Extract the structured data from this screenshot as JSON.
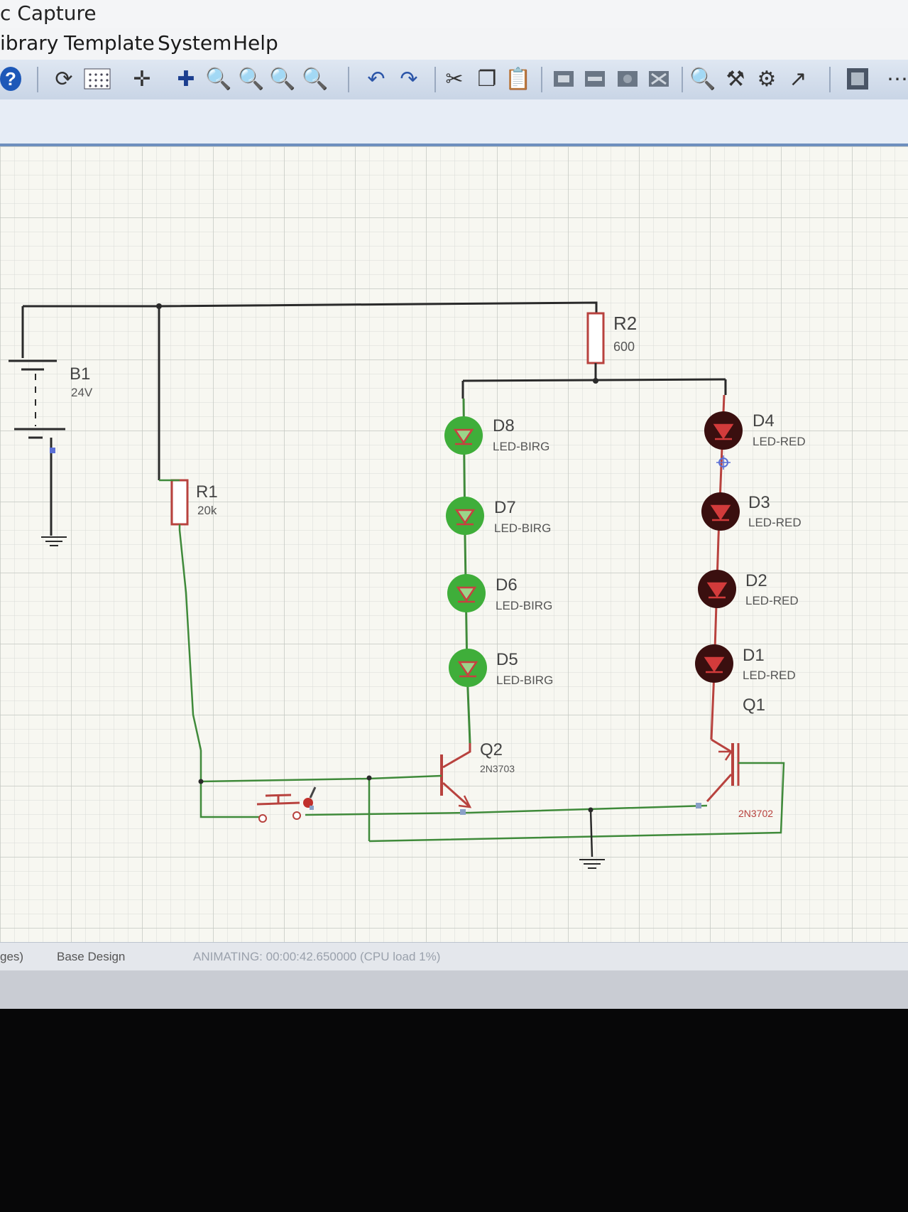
{
  "window": {
    "title": "c Capture"
  },
  "menu": {
    "items": [
      "ibrary",
      "Template",
      "System",
      "Help"
    ]
  },
  "toolbar": {
    "icons": [
      "help-icon",
      "refresh-icon",
      "grid-icon",
      "origin-icon",
      "pan-icon",
      "zoom-in-icon",
      "zoom-out-icon",
      "zoom-all-icon",
      "zoom-area-icon",
      "undo-icon",
      "redo-icon",
      "cut-icon",
      "copy-icon",
      "paste-icon",
      "block-copy-icon",
      "block-move-icon",
      "block-rotate-icon",
      "block-delete-icon",
      "pick-device-icon",
      "make-device-icon",
      "package-tool-icon",
      "wire-autoroute-icon",
      "bill-of-materials-icon"
    ]
  },
  "schematic": {
    "B1": {
      "ref": "B1",
      "value": "24V"
    },
    "R1": {
      "ref": "R1",
      "value": "20k"
    },
    "R2": {
      "ref": "R2",
      "value": "600"
    },
    "D8": {
      "ref": "D8",
      "type": "LED-BIRG"
    },
    "D7": {
      "ref": "D7",
      "type": "LED-BIRG"
    },
    "D6": {
      "ref": "D6",
      "type": "LED-BIRG"
    },
    "D5": {
      "ref": "D5",
      "type": "LED-BIRG"
    },
    "D4": {
      "ref": "D4",
      "type": "LED-RED"
    },
    "D3": {
      "ref": "D3",
      "type": "LED-RED"
    },
    "D2": {
      "ref": "D2",
      "type": "LED-RED"
    },
    "D1": {
      "ref": "D1",
      "type": "LED-RED"
    },
    "Q1": {
      "ref": "Q1",
      "part": "2N3702"
    },
    "Q2": {
      "ref": "Q2",
      "part": "2N3703"
    },
    "colors": {
      "led_green": "#3fae3a",
      "led_red_off": "#3a0f0f",
      "led_body": "#d23b3b",
      "wire_dark": "#2a2a2a",
      "wire_green": "#3f8a3a",
      "wire_red": "#b8423e"
    }
  },
  "status": {
    "left": "ges)",
    "design": "Base Design",
    "animating": "ANIMATING: 00:00:42.650000 (CPU load 1%)"
  }
}
